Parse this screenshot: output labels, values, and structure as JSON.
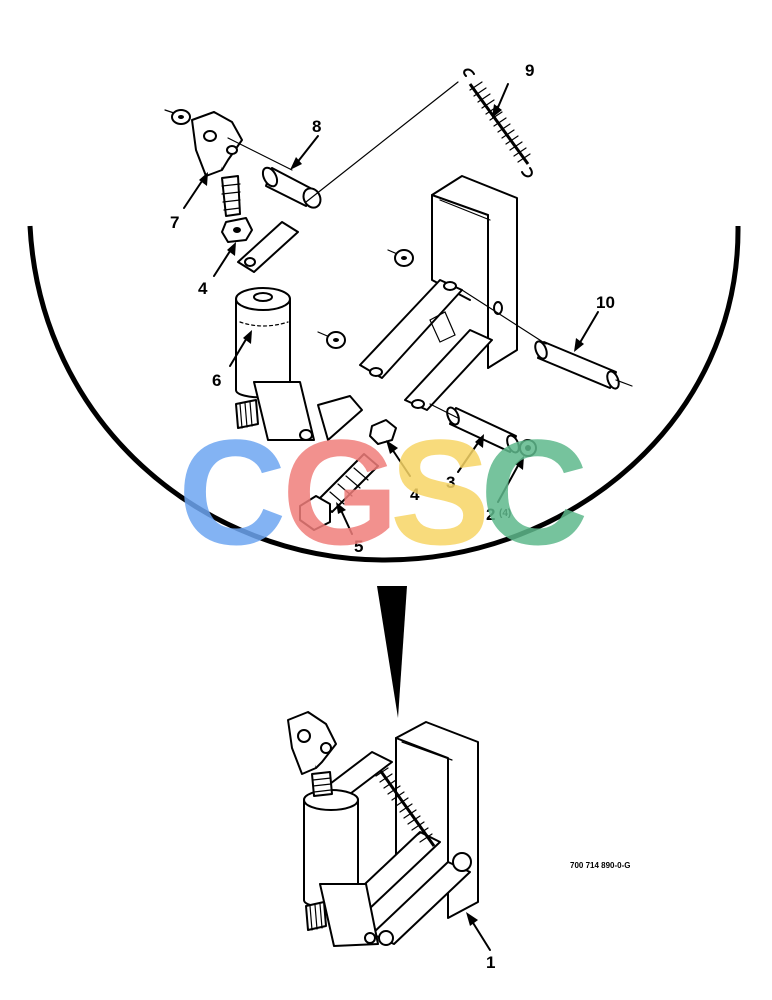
{
  "diagram": {
    "callouts": {
      "c1": "1",
      "c2": "2",
      "c2_qty": "(4)",
      "c3": "3",
      "c4a": "4",
      "c4b": "4",
      "c5": "5",
      "c6": "6",
      "c7": "7",
      "c8": "8",
      "c9": "9",
      "c10": "10"
    },
    "part_number": "700 714 890-0-G"
  },
  "watermark": {
    "letters": [
      "C",
      "G",
      "S",
      "C"
    ],
    "colors": [
      "#6ea6f2",
      "#f07e7b",
      "#f7d566",
      "#5fb98c"
    ]
  }
}
